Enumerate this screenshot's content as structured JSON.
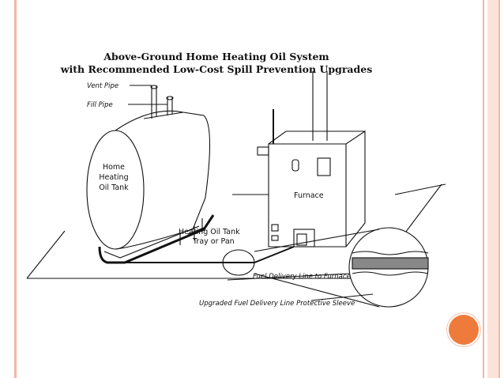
{
  "diagram": {
    "title_line1": "Above-Ground Home Heating Oil System",
    "title_line2": "with Recommended Low-Cost Spill Prevention Upgrades",
    "labels": {
      "vent_pipe": "Vent Pipe",
      "fill_pipe": "Fill Pipe",
      "tank_line1": "Home",
      "tank_line2": "Heating",
      "tank_line3": "Oil Tank",
      "furnace": "Furnace",
      "tray_line1": "Heating Oil Tank",
      "tray_line2": "Tray or Pan",
      "delivery_line": "Fuel Delivery Line to Furnace",
      "sleeve": "Upgraded Fuel Delivery Line Protective Sleeve"
    }
  },
  "theme": {
    "accent": "#ee7b3b",
    "border": "#f2b8a6"
  }
}
